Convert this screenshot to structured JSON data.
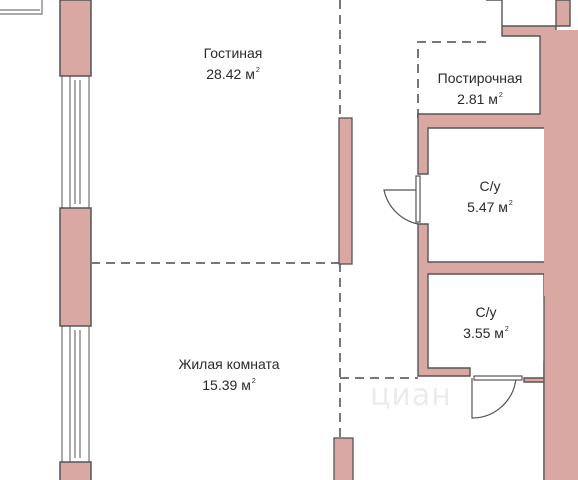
{
  "rooms": [
    {
      "name": "Гостиная",
      "area": "28.42 м",
      "sup": "2"
    },
    {
      "name": "Постирочная",
      "area": "2.81 м",
      "sup": "2"
    },
    {
      "name": "С/у",
      "area": "5.47 м",
      "sup": "2"
    },
    {
      "name": "С/у",
      "area": "3.55 м",
      "sup": "2"
    },
    {
      "name": "Жилая комната",
      "area": "15.39 м",
      "sup": "2"
    }
  ],
  "watermark": "циан",
  "colors": {
    "wall": "#d9a8a2",
    "outline": "#555555",
    "dash": "#777777"
  }
}
